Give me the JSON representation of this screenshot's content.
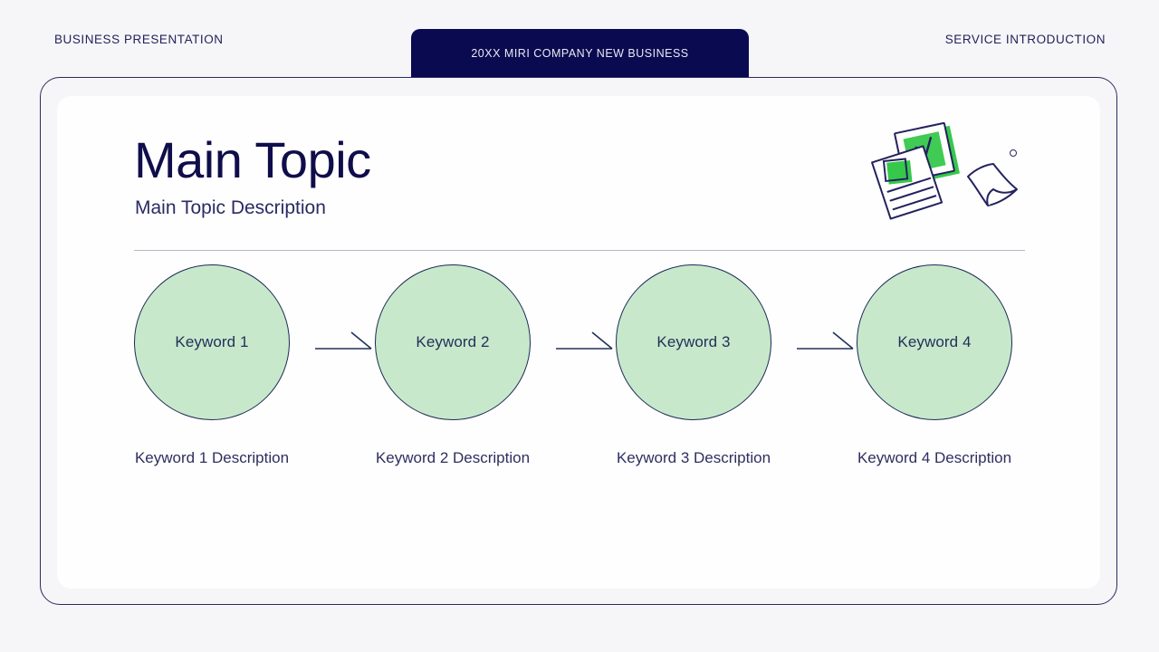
{
  "header": {
    "eyebrow_left": "BUSINESS PRESENTATION",
    "eyebrow_right": "SERVICE INTRODUCTION",
    "tab_title": "20XX MIRI COMPANY NEW  BUSINESS"
  },
  "slide": {
    "title": "Main Topic",
    "subtitle": "Main Topic Description"
  },
  "flow": {
    "nodes": [
      {
        "label": "Keyword 1",
        "description": "Keyword 1 Description"
      },
      {
        "label": "Keyword 2",
        "description": "Keyword 2 Description"
      },
      {
        "label": "Keyword 3",
        "description": "Keyword 3 Description"
      },
      {
        "label": "Keyword 4",
        "description": "Keyword 4 Description"
      }
    ],
    "connector": "arrow-right"
  },
  "illustration": {
    "name": "documents-chart-illustration",
    "parts": [
      "document-page",
      "chart-card",
      "curled-paper",
      "dot"
    ]
  },
  "colors": {
    "background": "#f6f6f8",
    "navy": "#0a0a50",
    "outline": "#2b2a62",
    "node_fill": "#c8e8cb",
    "accent_green": "#36c84b",
    "card": "#fefeff",
    "divider": "#b9b9c4"
  }
}
